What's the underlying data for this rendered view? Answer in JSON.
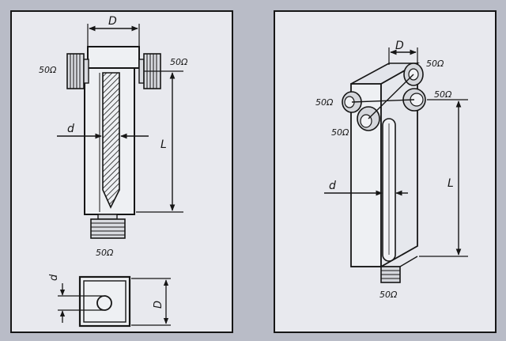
{
  "left_figure": {
    "diameter_outer": "D",
    "diameter_inner": "d",
    "length": "L",
    "connector_left": "50Ω",
    "connector_right": "50Ω",
    "connector_bottom": "50Ω",
    "section_d": "d",
    "section_D": "D"
  },
  "right_figure": {
    "diameter_outer": "D",
    "diameter_inner": "d",
    "length": "L",
    "connector_top": "50Ω",
    "connector_right": "50Ω",
    "connector_left": "50Ω",
    "connector_front": "50Ω",
    "connector_bottom": "50Ω"
  },
  "colors": {
    "background": "#b9bcc7",
    "paper": "#e8e9ee",
    "ink": "#161616"
  }
}
